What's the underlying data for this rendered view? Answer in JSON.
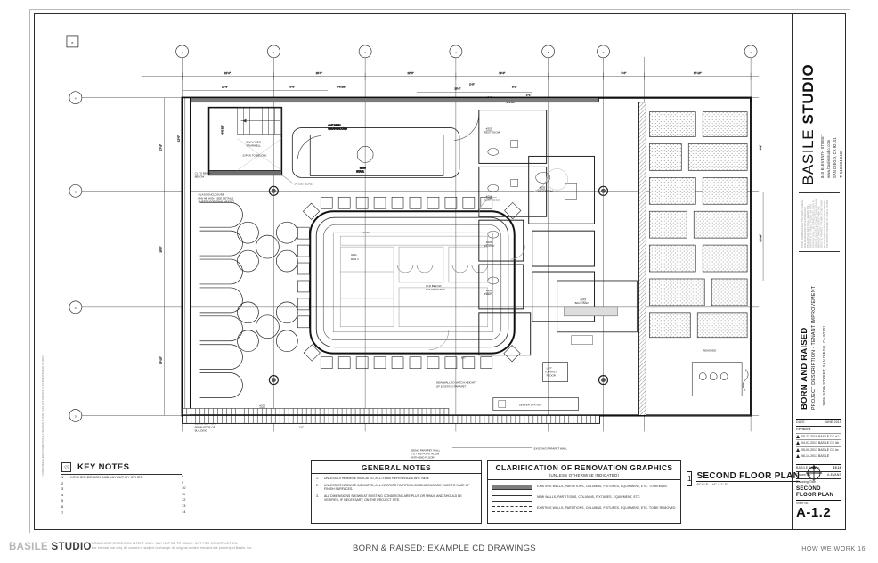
{
  "sheet": {
    "plot_stamp": "C:\\USERS\\BASILE\\DOCUMENTS\\A-1.2 SECOND FLOOR PLAN.RVT   6/21/2017 1:15:46 PM   BASILE STUDIO",
    "drawing_title": "SECOND FLOOR PLAN",
    "sheet_number": "A-1.2"
  },
  "titleblock": {
    "brand_light": "BASILE ",
    "brand_bold": "STUDIO",
    "address_line_1": "840 ELEVENTH STREET",
    "address_line_2": "www.basilestudio.com",
    "address_line_3": "SAN DIEGO, CA  92101",
    "address_line_4": "T: 619.234.2400",
    "legal": "THESE DRAWINGS AND THE IDEAS, DESIGNS AND ARRANGEMENTS REPRESENTED THEREBY ARE AND SHALL REMAIN THE PROPERTY OF BASILE STUDIO. NO PART THEREOF SHALL BE COPIED, DISCLOSED TO OTHERS OR USED IN CONNECTION WITH ANY WORK OR PROJECT OTHER THAN THE SPECIFIC PROJECT FOR WHICH THEY HAVE BEEN PREPARED AND DEVELOPED WITHOUT THE WRITTEN CONSENT OF BASILE STUDIO.",
    "project_name": "BORN AND RAISED",
    "project_description": "PROJECT DESCRIPTION - TENANT IMPROVEMENT",
    "project_address": "1909 INDIA STREET, SAN DIEGO, CA  92101",
    "date_label": "DATE",
    "date_value": "JUNE 2015",
    "revisions_label": "Revisions",
    "revisions": [
      {
        "mark": "1",
        "text": "05-21-2016   BASILE  CC #1"
      },
      {
        "mark": "2",
        "text": "04-07-2017   BASILE  CC #b"
      },
      {
        "mark": "3",
        "text": "05-09-2017   BASILE  CC #c"
      },
      {
        "mark": "4",
        "text": "06-14-2017   BASILE"
      }
    ],
    "job_no_label": "BASILE Job No.",
    "job_no_value": "15.16",
    "drawn_by_label": "Drawn By",
    "drawn_by_value": "A.EVANS",
    "drawing_title_label": "Drawing Title",
    "drawing_title_value": "SECOND FLOOR PLAN",
    "sheet_no_label": "Sheet No.",
    "sheet_no_value": "A-1.2"
  },
  "key_notes": {
    "title": "KEY NOTES",
    "left": [
      {
        "n": "1",
        "t": "KITCHEN DESIGN AND LAYOUT BY OTHER"
      },
      {
        "n": "2",
        "t": ""
      },
      {
        "n": "3",
        "t": ""
      },
      {
        "n": "4",
        "t": ""
      },
      {
        "n": "5",
        "t": ""
      },
      {
        "n": "6",
        "t": ""
      },
      {
        "n": "7",
        "t": ""
      }
    ],
    "right": [
      {
        "n": "8",
        "t": ""
      },
      {
        "n": "9",
        "t": ""
      },
      {
        "n": "10",
        "t": ""
      },
      {
        "n": "11",
        "t": ""
      },
      {
        "n": "12",
        "t": ""
      },
      {
        "n": "13",
        "t": ""
      },
      {
        "n": "14",
        "t": ""
      }
    ]
  },
  "general_notes": {
    "title": "GENERAL NOTES",
    "items": [
      {
        "n": "1.",
        "t": "UNLESS OTHERWISE INDICATED, ALL ITEMS REFERENCED ARE NEW."
      },
      {
        "n": "2.",
        "t": "UNLESS OTHERWISE INDICATED, ALL INTERIOR PARTITION DIMENSIONS ARE FACE TO FACE OF FINISH SURFACES."
      },
      {
        "n": "3.",
        "t": "ALL DIMENSIONS SHOWN AT EXISTING CONDITIONS ARE PLUS OR MINUS AND SHOULD BE VERIFIED, IF NECESSARY, ON THE PROJECT SITE."
      }
    ]
  },
  "clarification": {
    "title": "CLARIFICATION OF RENOVATION GRAPHICS",
    "subtitle": "(UNLESS OTHERWISE INDICATED)",
    "rows": [
      {
        "style": "remain",
        "text": "EXISTING WALLS, PARTITIONS, COLUMNS, FIXTURES, EQUIPMENT, ETC. TO REMAIN"
      },
      {
        "style": "new",
        "text": "NEW WALLS, PARTITIONS, COLUMNS, FIXTURES, EQUIPMENT, ETC."
      },
      {
        "style": "removed",
        "text": "EXISTING WALLS, PARTITIONS, COLUMNS, FIXTURES, EQUIPMENT, ETC. TO BE REMOVED"
      }
    ]
  },
  "plan_label": {
    "bubble": "1",
    "title": "SECOND FLOOR PLAN",
    "scale": "SCALE: 1/4\" = 1'-0\"",
    "north_icon": "north-arrow-icon"
  },
  "footer": {
    "brand_light": "BASILE ",
    "brand_bold": "STUDIO",
    "disclaimer_line_1": "DRAWINGS FOR DESIGN INTENT ONLY. MAY NOT BE TO SCALE. NOT FOR CONSTRUCTION.",
    "disclaimer_line_2": "For internal use only. All content is subject to change. All original content remains the property of Basile, Inc.",
    "center": "BORN & RAISED: EXAMPLE CD DRAWINGS",
    "right": "HOW WE WORK  16"
  },
  "plan": {
    "grid_top": [
      "1",
      "2",
      "3",
      "4",
      "5",
      "6"
    ],
    "grid_left": [
      "A",
      "B",
      "C",
      "D"
    ],
    "corner_mark": "B",
    "dims_top_outer": [
      "22'-0\"",
      "20'-0\"",
      "22'-0\"",
      "19'-0\"",
      "5'-0\"",
      "17'-10\""
    ],
    "dims_top_inner": [
      "13'-6\"",
      "8'-6\"",
      "4'-6 3/8\"",
      "13'-2\"",
      "5'-2\"",
      "2'-1\"",
      "3'-2 5/8\"",
      "6'-7 3/4\"",
      "1'-3\""
    ],
    "dims_left": [
      "12'-0\"",
      "17'-2\"",
      "18'-0\"",
      "18'-10\"",
      "4'-5 3/8\""
    ],
    "annotations": [
      "ENCLOSED STAIRWELL",
      "(OPEN TO BELOW)",
      "6\" HIGH CURB",
      "GLASS ENCLOSURE MIN 48\" HIGH, SEE DETAILS SHEETS FOR FINAL HEIGHT",
      "CL TO BEAM BELOW",
      "SCRIM SUPPORT FROM EDGE OF BUILDING",
      "DEMO PARAPET WALL TO THIS POINT ALIGN WITH 2ND FLOOR BUILDING & PONY WALL",
      "EXISTING PARAPET WALL",
      "SERVER STATION",
      "6\" CURB",
      "GLASS ENCLOSURE",
      "EXT",
      "NEW WALL TO MATCH HEIGHT OF EXISTING PARAPET",
      "4'-0\" HIGH WRAPAROUND",
      "1'-6\" HIGH FLOOR",
      "CLR BELOW COUNTER TOP"
    ],
    "room_tags": [
      {
        "no": "#201",
        "name": "BAR 2"
      },
      {
        "no": "#202",
        "name": "DINING 2"
      },
      {
        "no": "#203",
        "name": "WOMEN'S RESTROOM"
      },
      {
        "no": "#204",
        "name": "MEN'S RESTROOM"
      },
      {
        "no": "#205",
        "name": "RESTROOM"
      },
      {
        "no": "#206",
        "name": "PANTRY"
      },
      {
        "no": "#207",
        "name": "BACK BAR"
      },
      {
        "no": "#208",
        "name": "PATIO"
      },
      {
        "no": "#209",
        "name": "STAIR"
      },
      {
        "no": "#210",
        "name": "PREP"
      }
    ],
    "scale_note": "1'-0\""
  }
}
